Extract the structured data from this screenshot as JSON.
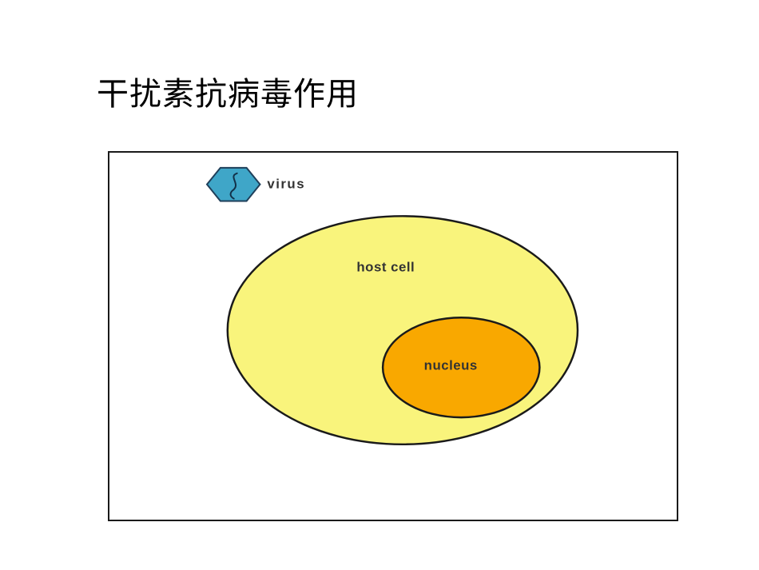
{
  "title": "干扰素抗病毒作用",
  "diagram": {
    "legend": {
      "icon": "virus-hexagon-icon",
      "label": "virus"
    },
    "host_cell": {
      "label": "host cell"
    },
    "nucleus": {
      "label": "nucleus"
    },
    "colors": {
      "host_cell_fill": "#f9f47c",
      "host_cell_stroke": "#1a1a1a",
      "nucleus_fill": "#f9a800",
      "nucleus_stroke": "#1a1a1a",
      "virus_fill": "#3fa6c8",
      "virus_stroke": "#1f3f5a",
      "frame_stroke": "#1a1a1a"
    }
  }
}
